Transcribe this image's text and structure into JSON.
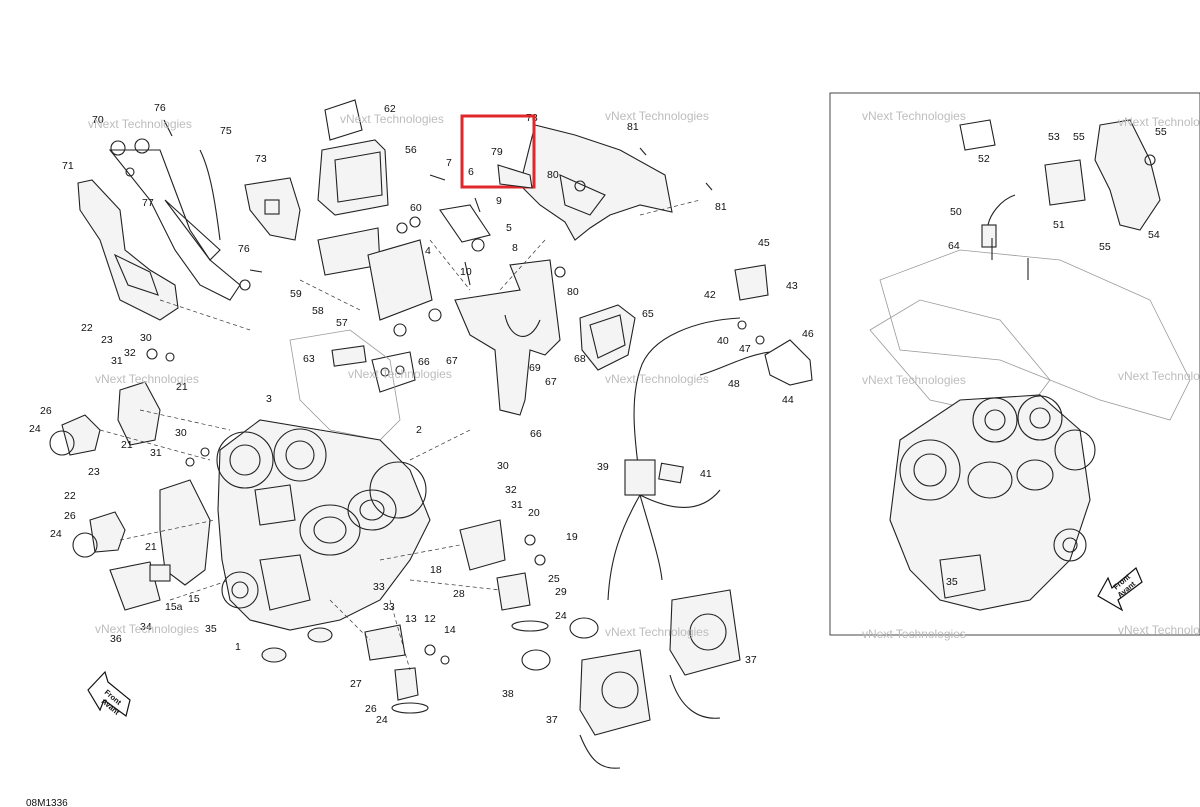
{
  "drawing_code": "08M1336",
  "watermark": {
    "line1": "vNext Technologies",
    "line2": "vNext Technologies"
  },
  "highlight": {
    "color": "#e0272b",
    "labels": [
      "79",
      "6"
    ]
  },
  "direction_arrow": {
    "line1": "Front",
    "line2": "Avant"
  },
  "callouts": [
    "62",
    "70",
    "76",
    "75",
    "71",
    "73",
    "56",
    "77",
    "7",
    "79",
    "81",
    "78",
    "80",
    "81",
    "9",
    "6",
    "60",
    "5",
    "4",
    "8",
    "76",
    "10",
    "59",
    "58",
    "57",
    "66",
    "80",
    "65",
    "45",
    "42",
    "43",
    "46",
    "40",
    "47",
    "48",
    "44",
    "22",
    "23",
    "30",
    "32",
    "31",
    "21",
    "26",
    "24",
    "21",
    "3",
    "30",
    "31",
    "2",
    "63",
    "67",
    "68",
    "69",
    "67",
    "66",
    "39",
    "41",
    "23",
    "22",
    "26",
    "24",
    "21",
    "34",
    "36",
    "15a",
    "15",
    "35",
    "1",
    "33",
    "33",
    "13",
    "12",
    "14",
    "27",
    "26",
    "24",
    "30",
    "32",
    "31",
    "20",
    "19",
    "18",
    "25",
    "28",
    "29",
    "24",
    "38",
    "37",
    "37",
    "52",
    "53",
    "55",
    "55",
    "50",
    "51",
    "54",
    "64",
    "35",
    "Front",
    "Avant"
  ]
}
